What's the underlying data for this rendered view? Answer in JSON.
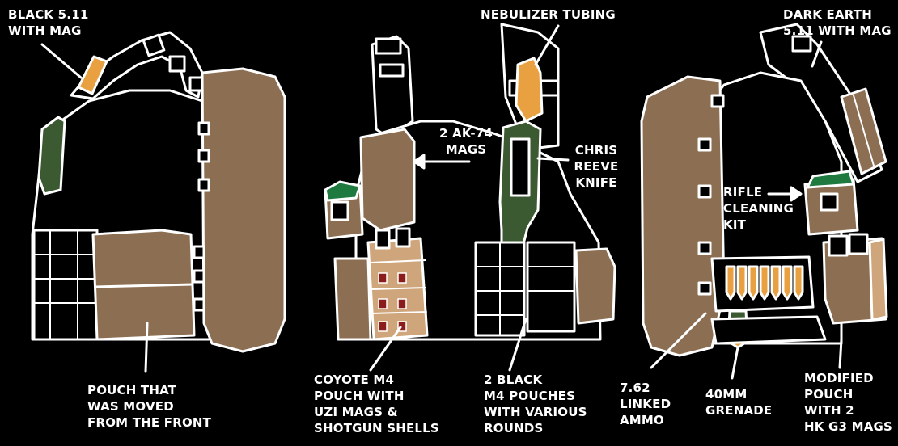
{
  "palette": {
    "background": "#000000",
    "outline": "#ffffff",
    "brown": "#8c6e52",
    "tan": "#cfa67c",
    "green": "#3c5a32",
    "darkgreen": "#1e7a3e",
    "orange": "#e8a040",
    "red": "#8a1c1c"
  },
  "labels": {
    "black_511": "BLACK 5.11\nWITH MAG",
    "nebulizer": "NEBULIZER TUBING",
    "dark_earth_511": "DARK EARTH\n5.11 WITH MAG",
    "ak74": "2 AK-74\nMAGS",
    "chris_reeve": "CHRIS\nREEVE\nKNIFE",
    "rifle_kit": "RIFLE\nCLEANING\nKIT",
    "pouch_moved": "POUCH THAT\nWAS MOVED\nFROM THE FRONT",
    "coyote_m4": "COYOTE M4\nPOUCH WITH\nUZI MAGS &\nSHOTGUN SHELLS",
    "black_m4": "2 BLACK\nM4 POUCHES\nWITH VARIOUS\nROUNDS",
    "linked_ammo": "7.62\nLINKED\nAMMO",
    "grenade": "40MM\nGRENADE",
    "modified_pouch": "MODIFIED\nPOUCH\nWITH 2\nHK G3 MAGS"
  }
}
